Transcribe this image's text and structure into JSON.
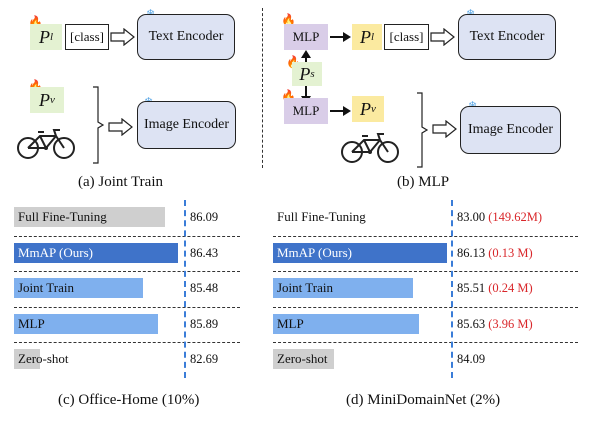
{
  "panel_a": {
    "prompt_l": "P",
    "prompt_l_sub": "l",
    "class_token": "[class]",
    "text_encoder": "Text Encoder",
    "prompt_v": "P",
    "prompt_v_sub": "v",
    "image_encoder": "Image Encoder",
    "caption": "(a) Joint Train"
  },
  "panel_b": {
    "mlp_top": "MLP",
    "mlp_bottom": "MLP",
    "prompt_l": "P",
    "prompt_l_sub": "l",
    "prompt_s": "P",
    "prompt_s_sub": "s",
    "prompt_v": "P",
    "prompt_v_sub": "v",
    "class_token": "[class]",
    "text_encoder": "Text Encoder",
    "image_encoder": "Image Encoder",
    "caption": "(b) MLP"
  },
  "colors": {
    "gray_bar": "#cfcfcf",
    "ours_bar": "#3f73c9",
    "light_bar": "#7fb0ee",
    "red_text": "#d9262a",
    "dashed_line": "#3b7dd8"
  },
  "chart_data": [
    {
      "type": "bar",
      "orientation": "horizontal",
      "title": "(c) Office-Home (10%)",
      "categories": [
        "Full Fine-Tuning",
        "MmAP (Ours)",
        "Joint Train",
        "MLP",
        "Zero-shot"
      ],
      "values": [
        86.09,
        86.43,
        85.48,
        85.89,
        82.69
      ],
      "value_labels": [
        "86.09",
        "86.43",
        "85.48",
        "85.89",
        "82.69"
      ],
      "reference_line": 86.43,
      "xlim": [
        82.0,
        86.6
      ]
    },
    {
      "type": "bar",
      "orientation": "horizontal",
      "title": "(d) MiniDomainNet (2%)",
      "categories": [
        "Full Fine-Tuning",
        "MmAP (Ours)",
        "Joint Train",
        "MLP",
        "Zero-shot"
      ],
      "values": [
        83.0,
        86.13,
        85.51,
        85.63,
        84.09
      ],
      "value_labels": [
        "83.00",
        "86.13",
        "85.51",
        "85.63",
        "84.09"
      ],
      "param_labels": [
        "(149.62M)",
        "(0.13 M)",
        "(0.24 M)",
        "(3.96 M)",
        ""
      ],
      "reference_line": 86.13,
      "xlim": [
        83.0,
        86.2
      ]
    }
  ]
}
